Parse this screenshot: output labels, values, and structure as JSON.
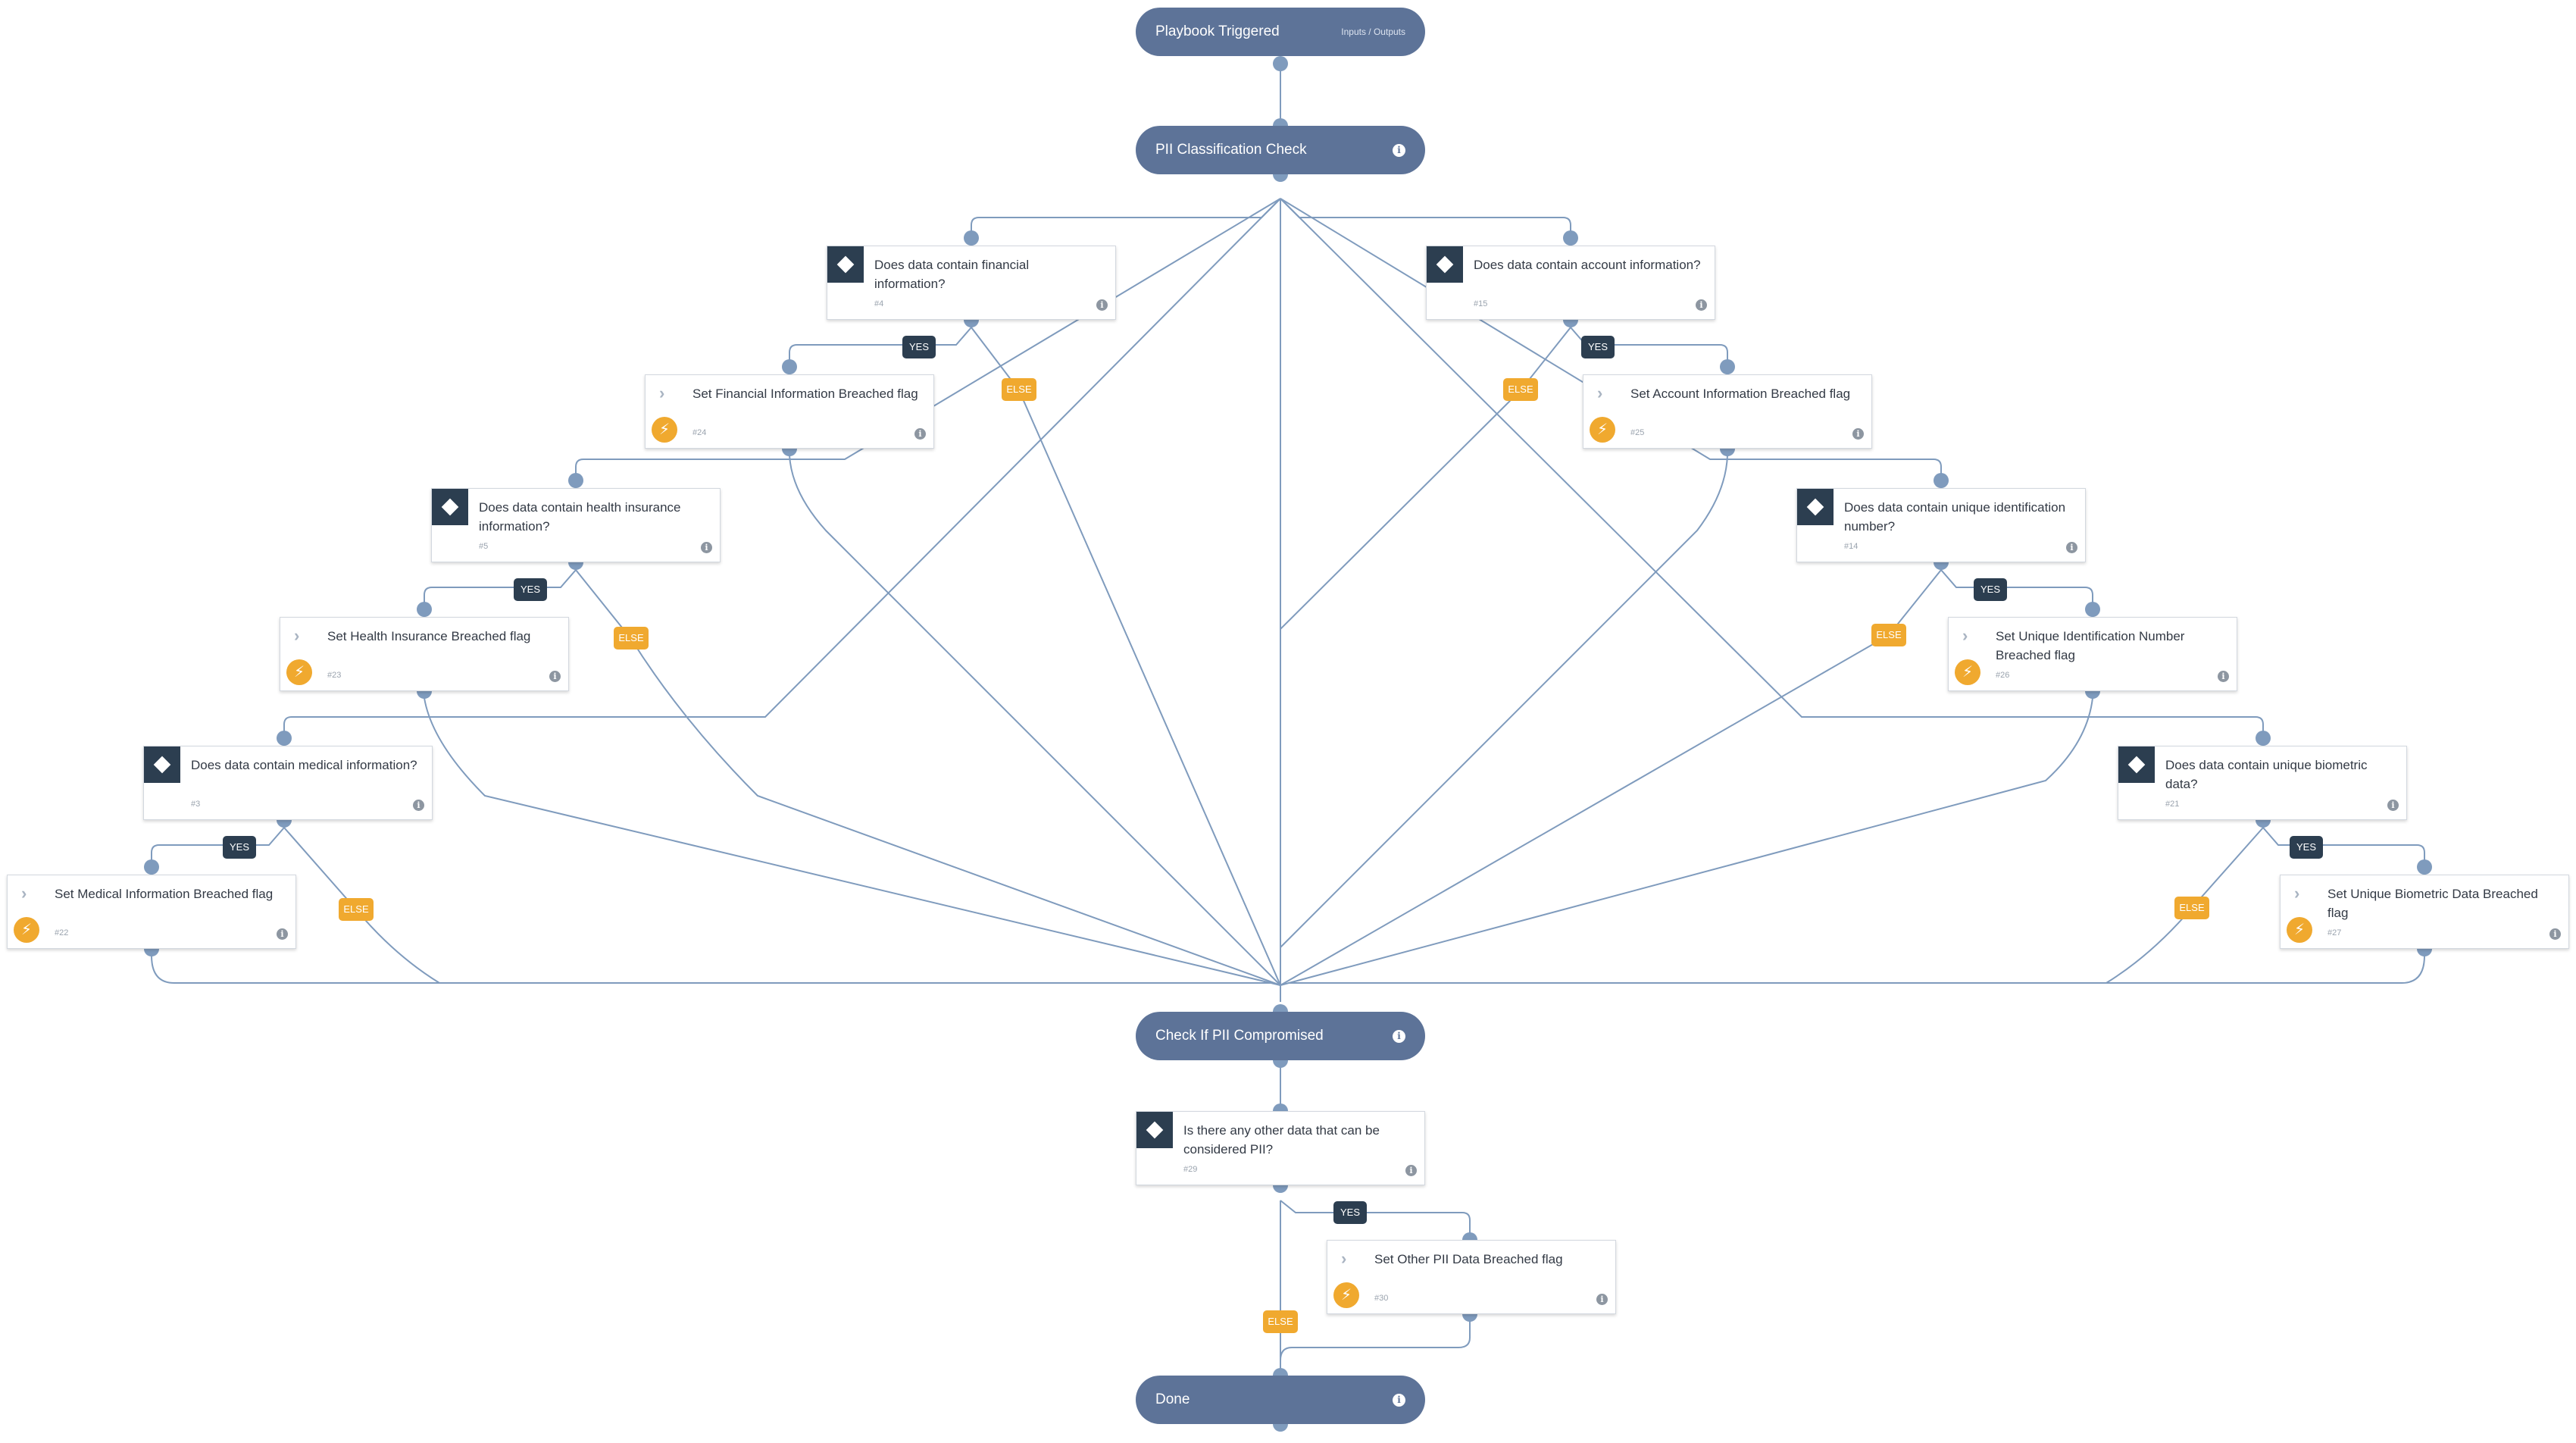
{
  "colors": {
    "pill": "#5d7398",
    "edge": "#7f9bbd",
    "condition": "#2c3e50",
    "else_badge": "#f0a92f",
    "bolt": "#f0a92f"
  },
  "start": {
    "title": "Playbook Triggered",
    "io_label": "Inputs / Outputs"
  },
  "section_classification": {
    "title": "PII Classification Check",
    "icon": "info-icon"
  },
  "section_check": {
    "title": "Check If PII Compromised",
    "icon": "info-icon"
  },
  "end": {
    "title": "Done",
    "icon": "info-icon"
  },
  "tasks": {
    "financial_cond": {
      "title": "Does data contain financial information?",
      "num": "#4",
      "type": "condition"
    },
    "financial_set": {
      "title": "Set Financial Information Breached flag",
      "num": "#24",
      "type": "action"
    },
    "account_cond": {
      "title": "Does data contain account information?",
      "num": "#15",
      "type": "condition"
    },
    "account_set": {
      "title": "Set Account Information Breached flag",
      "num": "#25",
      "type": "action"
    },
    "health_cond": {
      "title": "Does data contain health insurance information?",
      "num": "#5",
      "type": "condition"
    },
    "health_set": {
      "title": "Set Health Insurance Breached flag",
      "num": "#23",
      "type": "action"
    },
    "uid_cond": {
      "title": "Does data contain unique identification number?",
      "num": "#14",
      "type": "condition"
    },
    "uid_set": {
      "title": "Set Unique Identification Number Breached flag",
      "num": "#26",
      "type": "action"
    },
    "medical_cond": {
      "title": "Does data contain medical information?",
      "num": "#3",
      "type": "condition"
    },
    "medical_set": {
      "title": "Set Medical Information Breached flag",
      "num": "#22",
      "type": "action"
    },
    "bio_cond": {
      "title": "Does data contain unique biometric data?",
      "num": "#21",
      "type": "condition"
    },
    "bio_set": {
      "title": "Set Unique Biometric Data Breached flag",
      "num": "#27",
      "type": "action"
    },
    "other_cond": {
      "title": "Is there any other data that can be considered PII?",
      "num": "#29",
      "type": "condition"
    },
    "other_set": {
      "title": "Set Other PII Data Breached flag",
      "num": "#30",
      "type": "action"
    }
  },
  "labels": {
    "yes": "YES",
    "else": "ELSE"
  }
}
